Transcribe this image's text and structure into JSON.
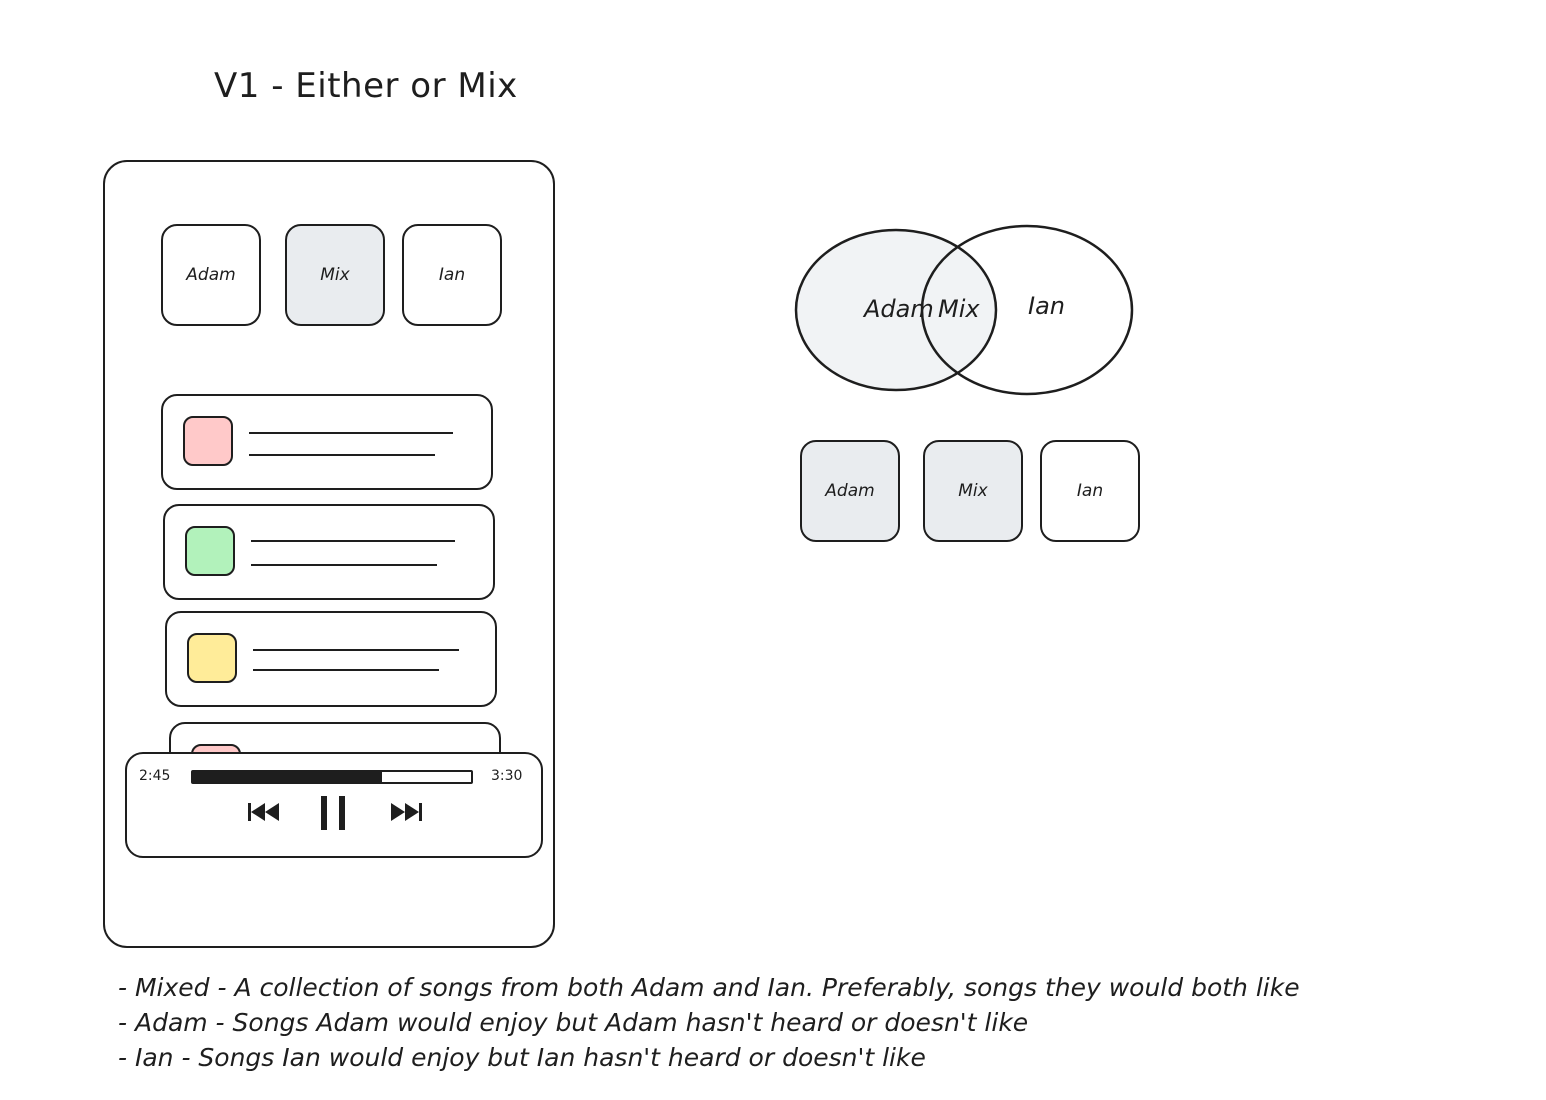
{
  "title": "V1 - Either or Mix",
  "phone": {
    "segments": [
      {
        "label": "Adam",
        "active": false
      },
      {
        "label": "Mix",
        "active": true
      },
      {
        "label": "Ian",
        "active": false
      }
    ],
    "songs": [
      {
        "swatch_color": "#ffc9c9"
      },
      {
        "swatch_color": "#b2f2bb"
      },
      {
        "swatch_color": "#ffec99"
      },
      {
        "swatch_color": "#ffc9c9"
      }
    ],
    "player": {
      "elapsed": "2:45",
      "duration": "3:30",
      "progress_fraction": 0.68,
      "controls": [
        "previous-icon",
        "pause-icon",
        "next-icon"
      ]
    }
  },
  "venn": {
    "left_label": "Adam",
    "middle_label": "Mix",
    "right_label": "Ian"
  },
  "segments_alt": [
    {
      "label": "Adam",
      "active": true
    },
    {
      "label": "Mix",
      "active": true
    },
    {
      "label": "Ian",
      "active": false
    }
  ],
  "notes": [
    "- Mixed - A collection of songs from both Adam and Ian. Preferably, songs they would both like",
    "- Adam - Songs Adam would enjoy but Adam hasn't heard or doesn't like",
    "- Ian - Songs Ian would enjoy but Ian hasn't heard or doesn't like"
  ],
  "colors": {
    "stroke": "#1e1e1e",
    "selected_fill": "#e9ecef",
    "venn_fill": "#f1f3f5"
  }
}
